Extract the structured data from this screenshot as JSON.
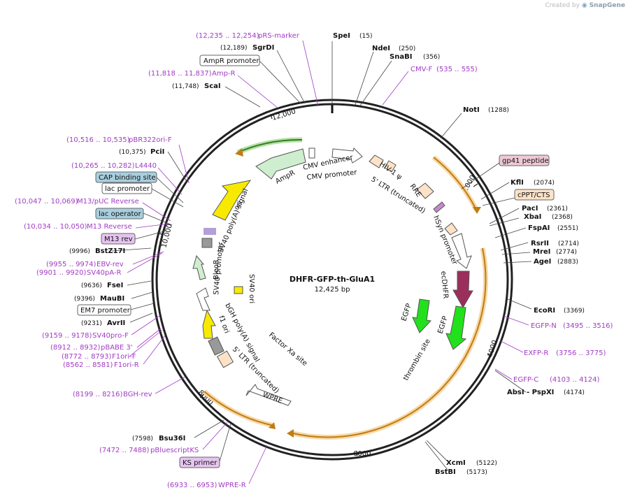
{
  "credit": {
    "prefix": "Created by",
    "brand": "SnapGene"
  },
  "plasmid": {
    "name": "DHFR-GFP-th-GluA1",
    "length": "12,425 bp"
  },
  "ticks": [
    "2000",
    "4000",
    "6000",
    "8000",
    "10,000",
    "12,000"
  ],
  "enzymes": [
    {
      "name": "SpeI",
      "pos": "(15)"
    },
    {
      "name": "NdeI",
      "pos": "(250)"
    },
    {
      "name": "SnaBI",
      "pos": "(356)"
    },
    {
      "name": "NotI",
      "pos": "(1288)"
    },
    {
      "name": "KflI",
      "pos": "(2074)"
    },
    {
      "name": "PacI",
      "pos": "(2361)"
    },
    {
      "name": "XbaI",
      "pos": "(2368)"
    },
    {
      "name": "FspAI",
      "pos": "(2551)"
    },
    {
      "name": "RsrII",
      "pos": "(2714)"
    },
    {
      "name": "MreI",
      "pos": "(2774)"
    },
    {
      "name": "AgeI",
      "pos": "(2883)"
    },
    {
      "name": "EcoRI",
      "pos": "(3369)"
    },
    {
      "name": "AbsI - PspXI",
      "pos": "(4174)"
    },
    {
      "name": "XcmI",
      "pos": "(5122)"
    },
    {
      "name": "BstBI",
      "pos": "(5173)"
    },
    {
      "name": "Bsu36I",
      "pos": "(7598)"
    },
    {
      "name": "AvrII",
      "pos": "(9231)"
    },
    {
      "name": "MauBI",
      "pos": "(9396)"
    },
    {
      "name": "FseI",
      "pos": "(9636)"
    },
    {
      "name": "BstZ17I",
      "pos": "(9996)"
    },
    {
      "name": "PciI",
      "pos": "(10,375)"
    },
    {
      "name": "ScaI",
      "pos": "(11,748)"
    },
    {
      "name": "SgrDI",
      "pos": "(12,189)"
    }
  ],
  "primers": [
    {
      "name": "pRS-marker",
      "pos": "(12,235 .. 12,254)"
    },
    {
      "name": "CMV-F",
      "pos": "(535 .. 555)"
    },
    {
      "name": "Amp-R",
      "pos": "(11,818 .. 11,837)"
    },
    {
      "name": "pBR322ori-F",
      "pos": "(10,516 .. 10,535)"
    },
    {
      "name": "L4440",
      "pos": "(10,265 .. 10,282)"
    },
    {
      "name": "M13/pUC Reverse",
      "pos": "(10,047 .. 10,069)"
    },
    {
      "name": "M13 Reverse",
      "pos": "(10,034 .. 10,050)"
    },
    {
      "name": "EBV-rev",
      "pos": "(9955 .. 9974)"
    },
    {
      "name": "SV40pA-R",
      "pos": "(9901 .. 9920)"
    },
    {
      "name": "SV40pro-F",
      "pos": "(9159 .. 9178)"
    },
    {
      "name": "pBABE 3'",
      "pos": "(8912 .. 8932)"
    },
    {
      "name": "F1ori-F",
      "pos": "(8772 .. 8793)"
    },
    {
      "name": "F1ori-R",
      "pos": "(8562 .. 8581)"
    },
    {
      "name": "BGH-rev",
      "pos": "(8199 .. 8216)"
    },
    {
      "name": "pBluescriptKS",
      "pos": "(7472 .. 7488)"
    },
    {
      "name": "WPRE-R",
      "pos": "(6933 .. 6953)"
    },
    {
      "name": "EGFP-N",
      "pos": "(3495 .. 3516)"
    },
    {
      "name": "EXFP-R",
      "pos": "(3756 .. 3775)"
    },
    {
      "name": "EGFP-C",
      "pos": "(4103 .. 4124)"
    }
  ],
  "boxed": {
    "ampr_promoter": "AmpR promoter",
    "cap": "CAP binding site",
    "lac_promoter": "lac promoter",
    "lac_operator": "lac operator",
    "m13rev": "M13 rev",
    "em7": "EM7 promoter",
    "ks": "KS primer",
    "gp41": "gp41 peptide",
    "cppt": "cPPT/CTS"
  },
  "features": {
    "cmv_enhancer": "CMV enhancer",
    "cmv_promoter": "CMV promoter",
    "hiv": "HIV-1 ψ",
    "rre": "RRE",
    "ltr5": "5' LTR (truncated)",
    "hsyn": "hSyn promoter",
    "ecdhfr": "ecDHFR",
    "egfp1": "EGFP",
    "egfp2": "EGFP",
    "thrombin": "thrombin site",
    "factorxa": "Factor Xa site",
    "wpre": "WPRE",
    "ltr5b": "5' LTR (truncated)",
    "bgh": "bGH poly(A) signal",
    "f1": "f1 ori",
    "sv40prom": "SV40 promoter",
    "bleor": "BleoR",
    "sv40ori": "SV40 ori",
    "sv40pa": "SV40 poly(A) signal",
    "ori": "ori",
    "ampr": "AmpR"
  },
  "colors": {
    "primer": "#a23bc4",
    "ampr": "#cfeecf",
    "ori": "#f7ea00",
    "ecdhfr": "#9b2f5b",
    "egfp": "#22e01c",
    "orange": "#d98c1a",
    "cap_box": "#a8cfe0",
    "m13_box": "#e5c4f0",
    "gp41_box": "#efc9d4",
    "cppt_box": "#fde2c8"
  }
}
